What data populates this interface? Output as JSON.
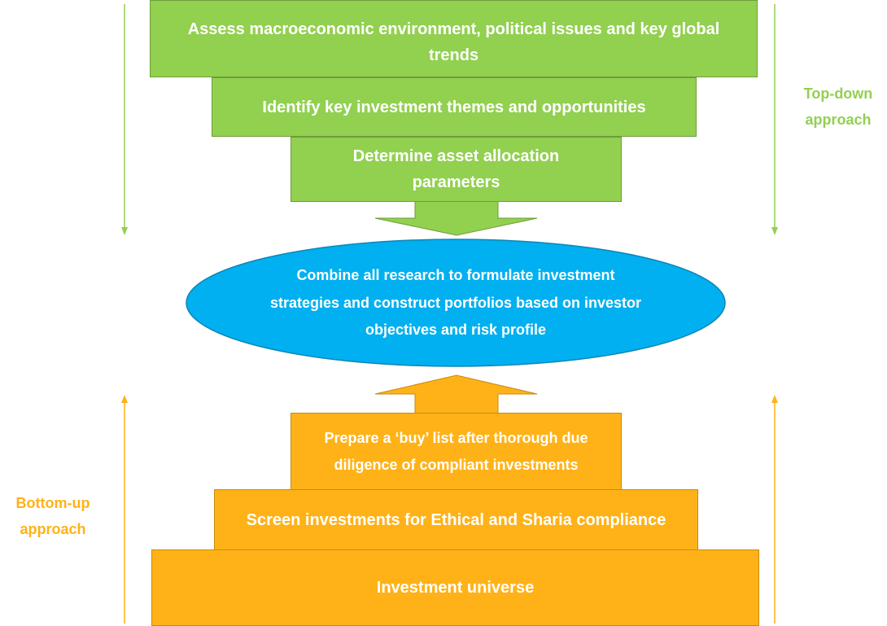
{
  "top_down": {
    "label": "Top-down approach",
    "color": "#92d050",
    "steps": [
      "Assess macroeconomic environment, political issues and key global trends",
      "Identify key investment themes and opportunities",
      "Determine asset allocation parameters"
    ]
  },
  "center": {
    "text": "Combine all research to formulate investment strategies and construct portfolios based on investor objectives and risk profile",
    "color": "#00b0f0"
  },
  "bottom_up": {
    "label": "Bottom-up approach",
    "color": "#ffb217",
    "steps": [
      "Prepare a ‘buy’ list after thorough due diligence of compliant investments",
      "Screen investments for Ethical and Sharia compliance",
      "Investment universe"
    ]
  }
}
